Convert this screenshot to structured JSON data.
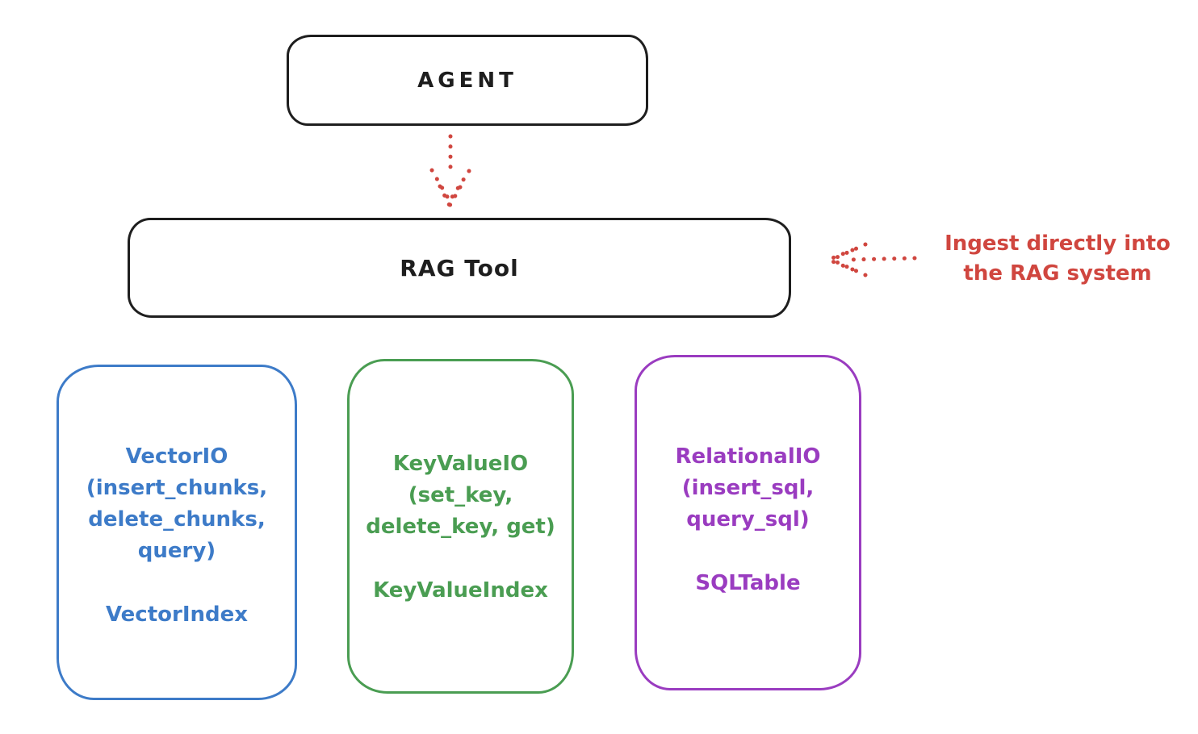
{
  "colors": {
    "ink": "#1e1e1e",
    "red": "#d0463f",
    "blue": "#3d7bc8",
    "green": "#4a9d52",
    "purple": "#9a3cc0",
    "background": "#ffffff"
  },
  "nodes": {
    "agent": {
      "label": "AGENT"
    },
    "rag_tool": {
      "label": "RAG Tool"
    }
  },
  "annotation": {
    "text": "Ingest directly into\nthe RAG system"
  },
  "stores": [
    {
      "name": "vector-io",
      "color": "#3d7bc8",
      "interface": "VectorIO\n(insert_chunks,\ndelete_chunks,\nquery)",
      "index": "VectorIndex"
    },
    {
      "name": "keyvalue-io",
      "color": "#4a9d52",
      "interface": "KeyValueIO\n(set_key,\ndelete_key, get)",
      "index": "KeyValueIndex"
    },
    {
      "name": "relational-io",
      "color": "#9a3cc0",
      "interface": "RelationalIO\n(insert_sql,\nquery_sql)",
      "index": "SQLTable"
    }
  ]
}
